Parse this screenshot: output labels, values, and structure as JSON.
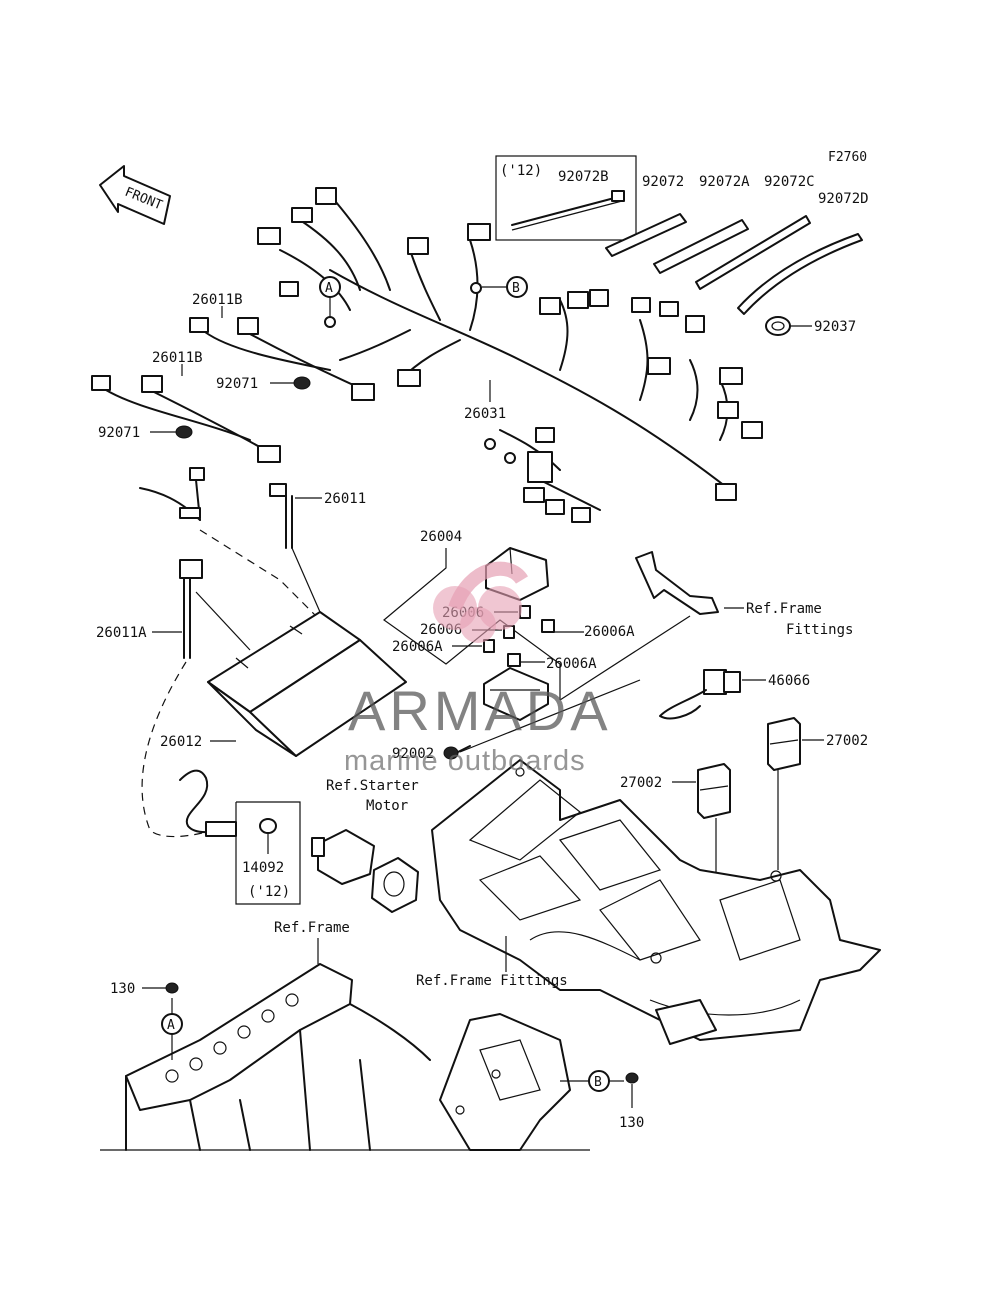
{
  "diagram": {
    "figure_code": "F2760",
    "front_arrow_label": "FRONT",
    "callouts": {
      "A": "A",
      "B": "B"
    },
    "labels": {
      "year_12_a": "('12)",
      "p92072B": "92072B",
      "p92072": "92072",
      "p92072A": "92072A",
      "p92072C": "92072C",
      "p92072D": "92072D",
      "p92037": "92037",
      "p26011B_1": "26011B",
      "p26011B_2": "26011B",
      "p92071_1": "92071",
      "p92071_2": "92071",
      "p26031": "26031",
      "p26011": "26011",
      "p26004": "26004",
      "p26006_1": "26006",
      "p26006_2": "26006",
      "p26006A_1": "26006A",
      "p26006A_2": "26006A",
      "p26006A_3": "26006A",
      "ref_frame_fittings_1": "Ref.Frame",
      "ref_frame_fittings_2": "Fittings",
      "p46066": "46066",
      "p26011A": "26011A",
      "p26012": "26012",
      "p92002": "92002",
      "ref_starter_1": "Ref.Starter",
      "ref_starter_2": "Motor",
      "p27002_1": "27002",
      "p27002_2": "27002",
      "p14092": "14092",
      "year_12_b": "('12)",
      "ref_frame": "Ref.Frame",
      "ref_frame_fittings_bottom": "Ref.Frame Fittings",
      "p130_1": "130",
      "p130_2": "130"
    }
  },
  "watermark": {
    "brand": "ARMADA",
    "tagline": "marine outboards",
    "accent_color": "#e6a0b4"
  },
  "colors": {
    "line": "#111111",
    "background": "#ffffff"
  }
}
